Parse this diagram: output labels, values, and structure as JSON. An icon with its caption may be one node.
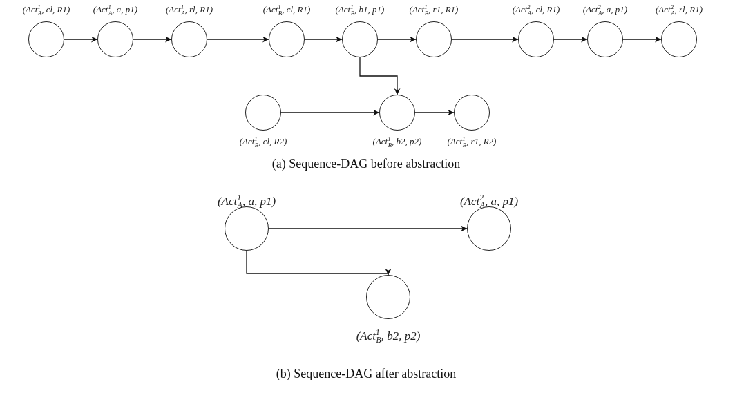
{
  "diagram": {
    "nodes": [
      {
        "text": [],
        "shape": "circle",
        "beside": [
          "(Act$^{1}$$_{A}$, cl, R1)"
        ]
      },
      {
        "text": [],
        "shape": "circle",
        "beside": [
          "(Act$^{1}$$_{A}$, a, p1)"
        ]
      },
      {
        "text": [],
        "shape": "circle",
        "beside": [
          "(Act$^{1}$$_{A}$, rl, R1)"
        ]
      },
      {
        "text": [],
        "shape": "circle",
        "beside": [
          "(Act$^{1}$$_{B}$, cl, R1)"
        ]
      },
      {
        "text": [],
        "shape": "circle",
        "beside": [
          "(Act$^{1}$$_{B}$, b1, p1)"
        ]
      },
      {
        "text": [],
        "shape": "circle",
        "beside": [
          "(Act$^{1}$$_{B}$, r1, R1)"
        ]
      },
      {
        "text": [],
        "shape": "circle",
        "beside": [
          "(Act$^{2}$$_{A}$, cl, R1)"
        ]
      },
      {
        "text": [],
        "shape": "circle",
        "beside": [
          "(Act$^{2}$$_{A}$, a, p1)"
        ]
      },
      {
        "text": [],
        "shape": "circle",
        "beside": [
          "(Act$^{2}$$_{A}$, rl, R1)"
        ]
      },
      {
        "text": [],
        "shape": "circle",
        "beside": [
          "(Act$^{1}$$_{B}$, cl, R2)"
        ]
      },
      {
        "text": [],
        "shape": "circle",
        "beside": [
          "(Act$^{1}$$_{B}$, b2, p2)"
        ]
      },
      {
        "text": [],
        "shape": "circle",
        "beside": [
          "(Act$^{1}$$_{B}$, r1, R2)"
        ]
      },
      {
        "text": [],
        "shape": "circle",
        "beside": [
          "(Act$^{1}$$_{A}$, a, p1)"
        ]
      },
      {
        "text": [],
        "shape": "circle",
        "beside": [
          "(Act$^{2}$$_{A}$, a, p1)"
        ]
      },
      {
        "text": [],
        "shape": "circle",
        "beside": [
          "(Act$^{1}$$_{B}$, b2, p2)"
        ]
      }
    ],
    "edges": [
      {
        "from": 0,
        "to": 1,
        "arrow": "to"
      },
      {
        "from": 1,
        "to": 2,
        "arrow": "to"
      },
      {
        "from": 2,
        "to": 3,
        "arrow": "to"
      },
      {
        "from": 3,
        "to": 4,
        "arrow": "to"
      },
      {
        "from": 4,
        "to": 5,
        "arrow": "to"
      },
      {
        "from": 5,
        "to": 6,
        "arrow": "to"
      },
      {
        "from": 6,
        "to": 7,
        "arrow": "to"
      },
      {
        "from": 7,
        "to": 8,
        "arrow": "to"
      },
      {
        "from": 4,
        "to": 10,
        "arrow": "to"
      },
      {
        "from": 9,
        "to": 10,
        "arrow": "to"
      },
      {
        "from": 10,
        "to": 11,
        "arrow": "to"
      },
      {
        "from": 12,
        "to": 13,
        "arrow": "to"
      },
      {
        "from": 12,
        "to": 14,
        "arrow": "to"
      }
    ],
    "labels": [
      "(a) Sequence-DAG before abstraction",
      "(b) Sequence-DAG after abstraction"
    ]
  }
}
